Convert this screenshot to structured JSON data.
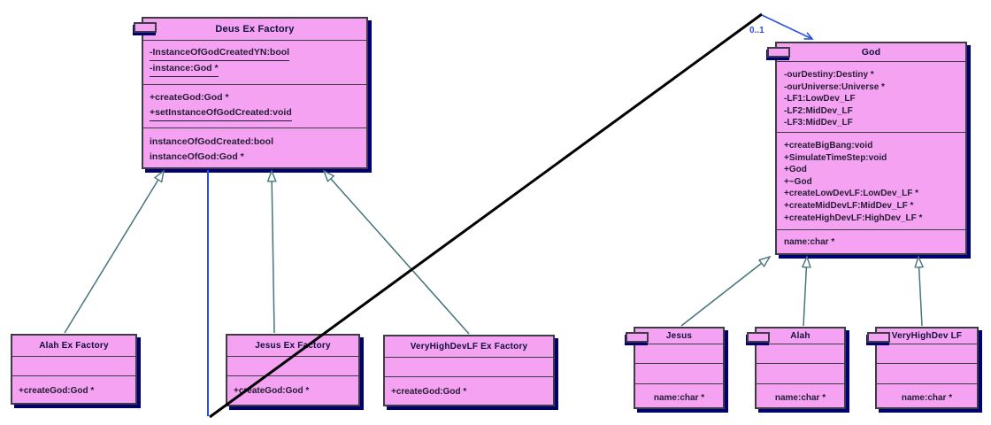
{
  "diagram_title": "Deus Ex Factory UML class diagram",
  "colors": {
    "box-fill": "#f5a2f2",
    "box-border": "#3c3c44",
    "box-shadow": "#000070",
    "title-text": "#10103a",
    "body-text": "#241c34",
    "gen-line": "#44757a",
    "assoc-blue": "#2b4ee0",
    "diag-black": "#000000"
  },
  "classes": {
    "deus": {
      "title": "Deus Ex Factory",
      "compartments": [
        [
          {
            "t": "-InstanceOfGodCreatedYN:bool",
            "u": true
          },
          {
            "t": "-instance:God *",
            "u": true
          }
        ],
        [
          {
            "t": "+createGod:God *"
          },
          {
            "t": "+setInstanceOfGodCreated:void",
            "u": true
          }
        ],
        [
          {
            "t": "instanceOfGodCreated:bool"
          },
          {
            "t": "instanceOfGod:God *"
          }
        ]
      ]
    },
    "god": {
      "title": "God",
      "compartments": [
        [
          {
            "t": "-ourDestiny:Destiny *"
          },
          {
            "t": "-ourUniverse:Universe *"
          },
          {
            "t": "-LF1:LowDev_LF"
          },
          {
            "t": "-LF2:MidDev_LF"
          },
          {
            "t": "-LF3:MidDev_LF"
          }
        ],
        [
          {
            "t": "+createBigBang:void"
          },
          {
            "t": "+SimulateTimeStep:void"
          },
          {
            "t": "+God"
          },
          {
            "t": "+~God"
          },
          {
            "t": "+createLowDevLF:LowDev_LF *"
          },
          {
            "t": "+createMidDevLF:MidDev_LF *"
          },
          {
            "t": "+createHighDevLF:HighDev_LF *"
          }
        ],
        [
          {
            "t": "name:char *"
          }
        ]
      ]
    },
    "alahf": {
      "title": "Alah Ex Factory",
      "compartments": [
        [],
        [
          {
            "t": "+createGod:God *"
          }
        ]
      ]
    },
    "jesusf": {
      "title": "Jesus Ex Factory",
      "compartments": [
        [],
        [
          {
            "t": "+createGod:God *"
          }
        ]
      ]
    },
    "vhdf": {
      "title": "VeryHighDevLF Ex Factory",
      "compartments": [
        [],
        [
          {
            "t": "+createGod:God *"
          }
        ]
      ]
    },
    "jesus": {
      "title": "Jesus",
      "compartments": [
        [],
        [],
        [
          {
            "t": "name:char *",
            "center": true
          }
        ]
      ]
    },
    "alah": {
      "title": "Alah",
      "compartments": [
        [],
        [],
        [
          {
            "t": "name:char *",
            "center": true
          }
        ]
      ]
    },
    "vhd": {
      "title": "VeryHighDev LF",
      "compartments": [
        [],
        [],
        [
          {
            "t": "name:char *",
            "center": true
          }
        ]
      ]
    }
  },
  "relations": {
    "association": {
      "from": "Deus Ex Factory",
      "to": "God",
      "label": "0..1"
    },
    "generalizations": [
      {
        "from": "Alah Ex Factory",
        "to": "Deus Ex Factory"
      },
      {
        "from": "Jesus Ex Factory",
        "to": "Deus Ex Factory"
      },
      {
        "from": "VeryHighDevLF Ex Factory",
        "to": "Deus Ex Factory"
      },
      {
        "from": "Jesus",
        "to": "God"
      },
      {
        "from": "Alah",
        "to": "God"
      },
      {
        "from": "VeryHighDev LF",
        "to": "God"
      }
    ]
  }
}
